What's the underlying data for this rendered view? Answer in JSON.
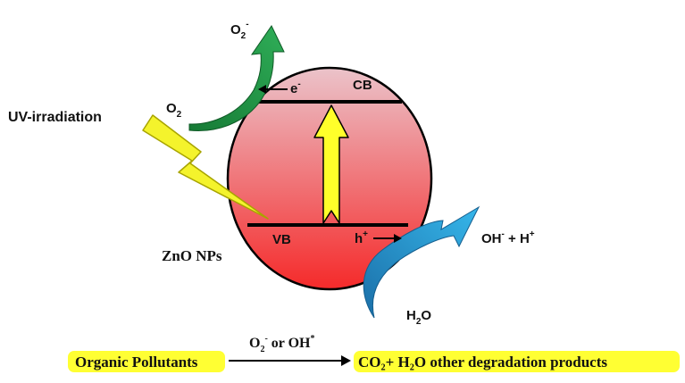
{
  "labels": {
    "cb": "CB",
    "vb": "VB",
    "electron": "e",
    "electron_sup": "-",
    "hole": "h",
    "hole_sup": "+",
    "o2_top": "O",
    "o2_top_sub": "2",
    "o2_top_sup": "-",
    "o2_left": "O",
    "o2_left_sub": "2",
    "uv": "UV-irradiation",
    "zno": "ZnO NPs",
    "oh_h_p1": "OH",
    "oh_h_sup1": "-",
    "oh_h_mid": " + H",
    "oh_h_sup2": "+",
    "h2o": "H",
    "h2o_sub": "2",
    "h2o_end": "O"
  },
  "reaction": {
    "reactant": "Organic Pollutants",
    "reagent_p1": "O",
    "reagent_sub1": "2",
    "reagent_sup1": "-",
    "reagent_mid": " or OH",
    "reagent_sup2": "*",
    "product": "CO₂+ H₂O other degradation products"
  },
  "colors": {
    "particle_top": "#ebc3ca",
    "particle_bottom": "#f52a2a",
    "band_line": "#000000",
    "excitation_arrow": "#ffff2a",
    "uv_bolt": "#f4f32c",
    "o2_arrow": "#1f8f43",
    "h2o_arrow": "#1d8ed4",
    "highlight": "#ffff33"
  }
}
